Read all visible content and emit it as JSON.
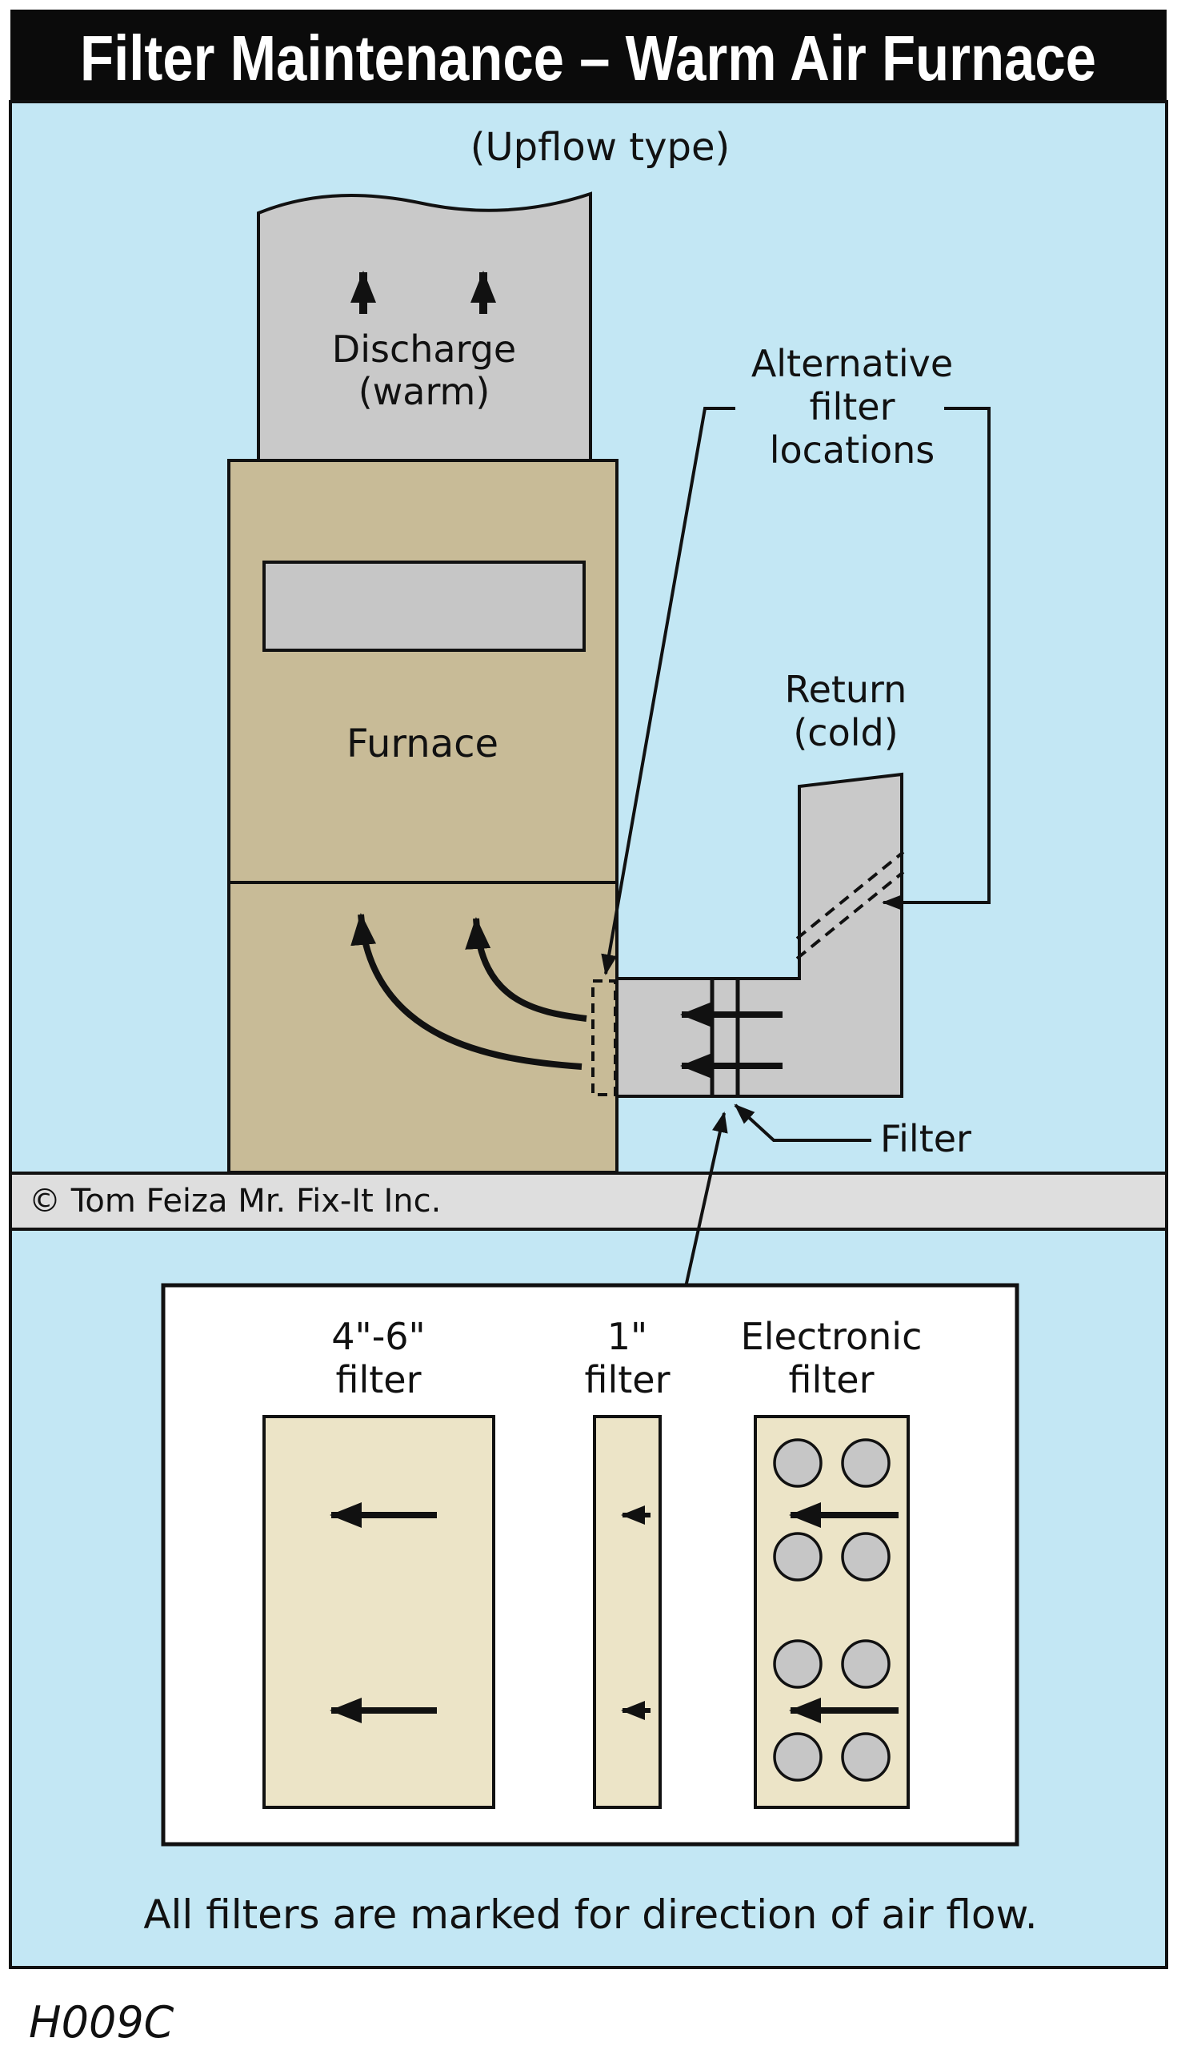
{
  "title": "Filter Maintenance – Warm Air Furnace",
  "diagram": {
    "type_note": "(Upflow type)",
    "discharge": {
      "line1": "Discharge",
      "line2": "(warm)"
    },
    "furnace_label": "Furnace",
    "return_duct": {
      "line1": "Return",
      "line2": "(cold)"
    },
    "alt_filter": {
      "line1": "Alternative",
      "line2": "filter",
      "line3": "locations"
    },
    "filter_label": "Filter"
  },
  "copyright": "© Tom Feiza Mr. Fix-It Inc.",
  "filter_types": {
    "f1": {
      "line1": "4\"-6\"",
      "line2": "filter"
    },
    "f2": {
      "line1": "1\"",
      "line2": "filter"
    },
    "f3": {
      "line1": "Electronic",
      "line2": "filter"
    }
  },
  "caption": "All filters are marked for direction of air flow.",
  "doc_id": "H009C",
  "colors": {
    "banner": "#0b0b0b",
    "background": "#c3e7f4",
    "furnace": "#c8bb97",
    "duct": "#c9c9c9",
    "panel": "#c6c6c6",
    "filter_media": "#ece4c7",
    "circle": "#c6c6c6",
    "floor_strip": "#dedede",
    "panel_box": "#ffffff"
  }
}
